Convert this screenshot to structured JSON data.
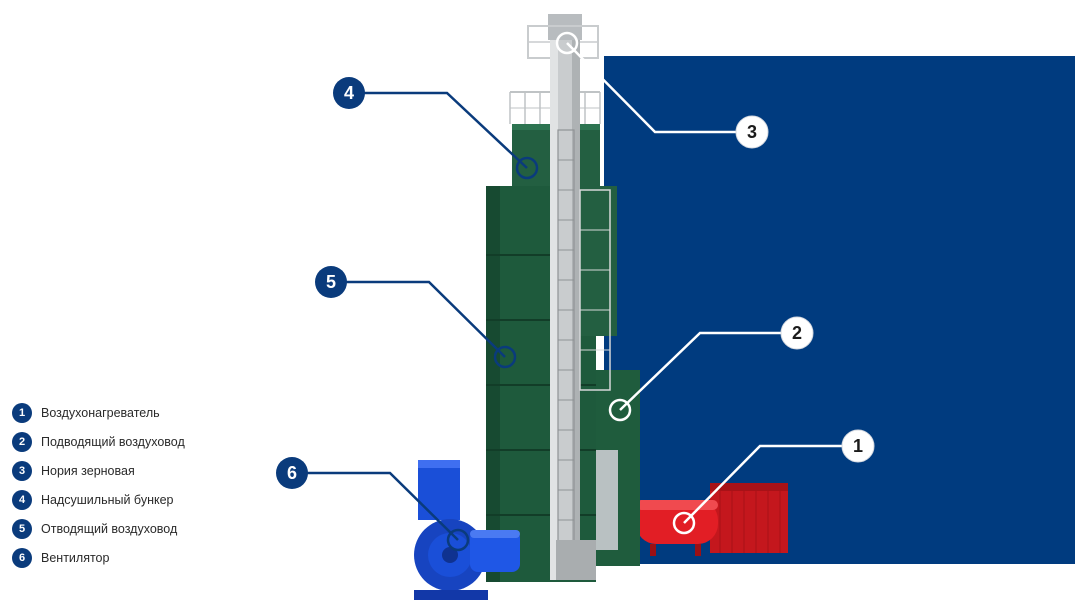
{
  "colors": {
    "navy": "#0a3b7c",
    "panel_blue": "#003b7f",
    "white": "#ffffff",
    "tower_green": "#1e5a3c",
    "heater_red": "#e21e25",
    "fan_blue": "#1a4fd8",
    "elevator_gray": "#c9ccce"
  },
  "callouts": [
    {
      "number": "1",
      "style": "white-badge"
    },
    {
      "number": "2",
      "style": "white-badge"
    },
    {
      "number": "3",
      "style": "white-badge"
    },
    {
      "number": "4",
      "style": "navy-badge"
    },
    {
      "number": "5",
      "style": "navy-badge"
    },
    {
      "number": "6",
      "style": "navy-badge"
    }
  ],
  "legend": [
    {
      "number": "1",
      "label": "Воздухонагреватель"
    },
    {
      "number": "2",
      "label": "Подводящий воздуховод"
    },
    {
      "number": "3",
      "label": "Нория зерновая"
    },
    {
      "number": "4",
      "label": "Надсушильный бункер"
    },
    {
      "number": "5",
      "label": "Отводящий воздуховод"
    },
    {
      "number": "6",
      "label": "Вентилятор"
    }
  ]
}
